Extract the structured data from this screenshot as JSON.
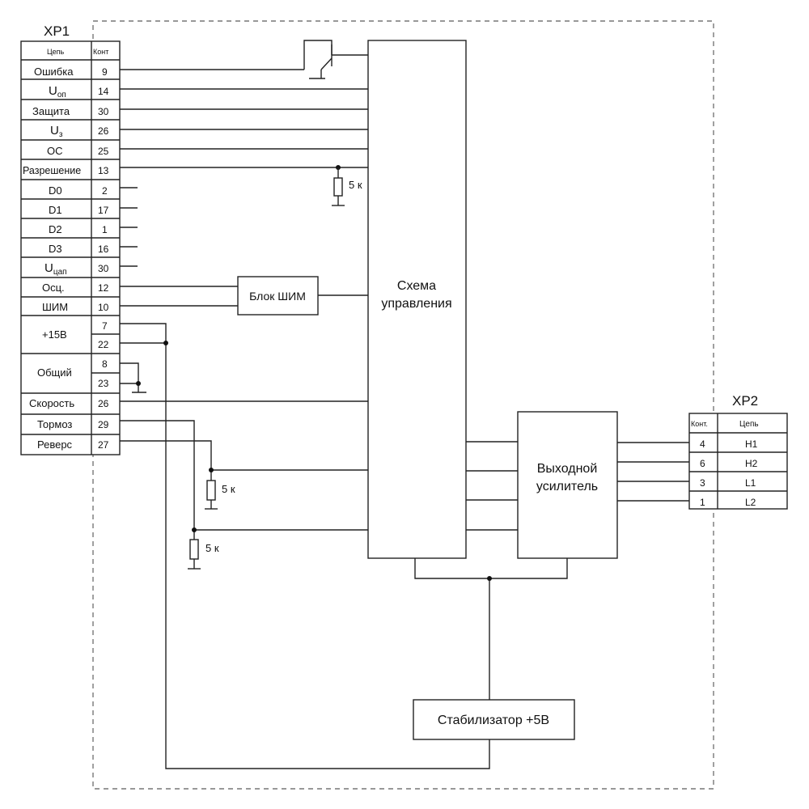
{
  "xp1": {
    "title": "XP1",
    "header": {
      "circuit": "Цепь",
      "contact": "Конт"
    },
    "rows": [
      {
        "circuit": "Ошибка",
        "contact": "9"
      },
      {
        "circuit": "U",
        "sub": "оп",
        "contact": "14"
      },
      {
        "circuit": "Защита",
        "contact": "30"
      },
      {
        "circuit": "U",
        "sub": "з",
        "contact": "26"
      },
      {
        "circuit": "ОС",
        "contact": "25"
      },
      {
        "circuit": "Разрешение",
        "contact": "13"
      },
      {
        "circuit": "D0",
        "contact": "2"
      },
      {
        "circuit": "D1",
        "contact": "17"
      },
      {
        "circuit": "D2",
        "contact": "1"
      },
      {
        "circuit": "D3",
        "contact": "16"
      },
      {
        "circuit": "U",
        "sub": "цап",
        "contact": "30"
      },
      {
        "circuit": "Осц.",
        "contact": "12"
      },
      {
        "circuit": "ШИМ",
        "contact": "10"
      },
      {
        "circuit": "+15В",
        "contact": "7"
      },
      {
        "circuit": "",
        "contact": "22"
      },
      {
        "circuit": "Общий",
        "contact": "8"
      },
      {
        "circuit": "",
        "contact": "23"
      },
      {
        "circuit": "Скорость",
        "contact": "26"
      },
      {
        "circuit": "Тормоз",
        "contact": "29"
      },
      {
        "circuit": "Реверс",
        "contact": "27"
      }
    ]
  },
  "xp2": {
    "title": "XP2",
    "header": {
      "contact": "Конт.",
      "circuit": "Цепь"
    },
    "rows": [
      {
        "contact": "4",
        "circuit": "H1"
      },
      {
        "contact": "6",
        "circuit": "H2"
      },
      {
        "contact": "3",
        "circuit": "L1"
      },
      {
        "contact": "1",
        "circuit": "L2"
      }
    ]
  },
  "blocks": {
    "control_line1": "Схема",
    "control_line2": "управления",
    "pwm": "Блок ШИМ",
    "amp_line1": "Выходной",
    "amp_line2": "усилитель",
    "stabilizer": "Стабилизатор +5В"
  },
  "resistors": {
    "r_enable": "5 к",
    "r_reverse": "5 к",
    "r_brake": "5 к"
  }
}
